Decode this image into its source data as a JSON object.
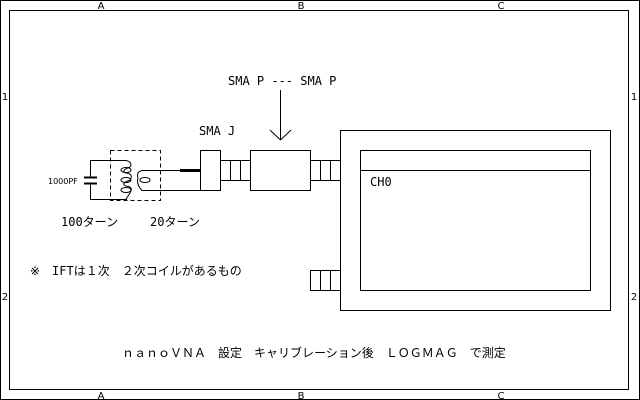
{
  "frame": {
    "column_labels": [
      "A",
      "B",
      "C"
    ],
    "row_labels": [
      "1",
      "2"
    ]
  },
  "circuit": {
    "capacitor_label": "1000PF",
    "primary_turns_label": "100ターン",
    "secondary_turns_label": "20ターン",
    "sma_j_label": "SMA J",
    "sma_p_label": "SMA P --- SMA P"
  },
  "nanovna": {
    "channel_label": "CH0"
  },
  "notes": {
    "ift_note": "※　IFTは１次　２次コイルがあるもの",
    "setup_note": "ｎａｎｏＶＮＡ　設定　キャリブレーション後　ＬＯＧＭＡＧ　で測定"
  }
}
